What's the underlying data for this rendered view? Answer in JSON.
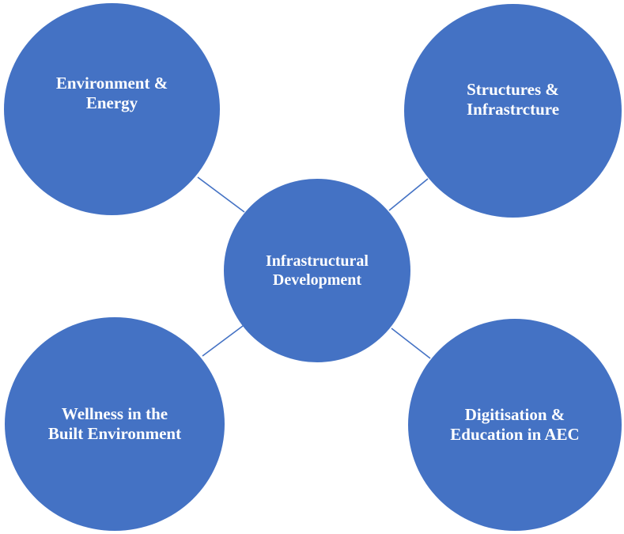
{
  "diagram": {
    "center": {
      "label": "Infrastructural\nDevelopment"
    },
    "nodes": {
      "top_left": {
        "label": "Environment &\nEnergy"
      },
      "top_right": {
        "label": "Structures &\nInfrastrcture"
      },
      "bottom_left": {
        "label": "Wellness in the\nBuilt Environment"
      },
      "bottom_right": {
        "label": "Digitisation &\nEducation in AEC"
      }
    },
    "colors": {
      "node_fill": "#4472c4",
      "connector": "#4472c4",
      "label_text": "#ffffff"
    }
  }
}
